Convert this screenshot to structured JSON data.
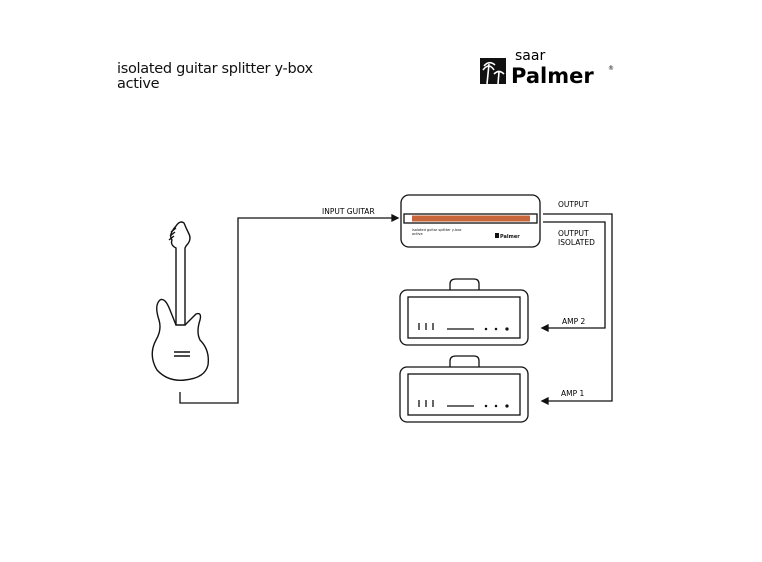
{
  "title": {
    "line1": "isolated guitar splitter y-box",
    "line2": "active"
  },
  "logo": {
    "small": "saar",
    "brand": "Palmer",
    "registered": "®"
  },
  "labels": {
    "input": "INPUT GUITAR",
    "output": "OUTPUT",
    "output_isolated_1": "OUTPUT",
    "output_isolated_2": "ISOLATED",
    "amp2": "AMP 2",
    "amp1": "AMP 1"
  },
  "device": {
    "label1": "isolated guitar splitter y-box",
    "label2": "active",
    "brand": "Palmer",
    "accent": "#c8653a"
  }
}
